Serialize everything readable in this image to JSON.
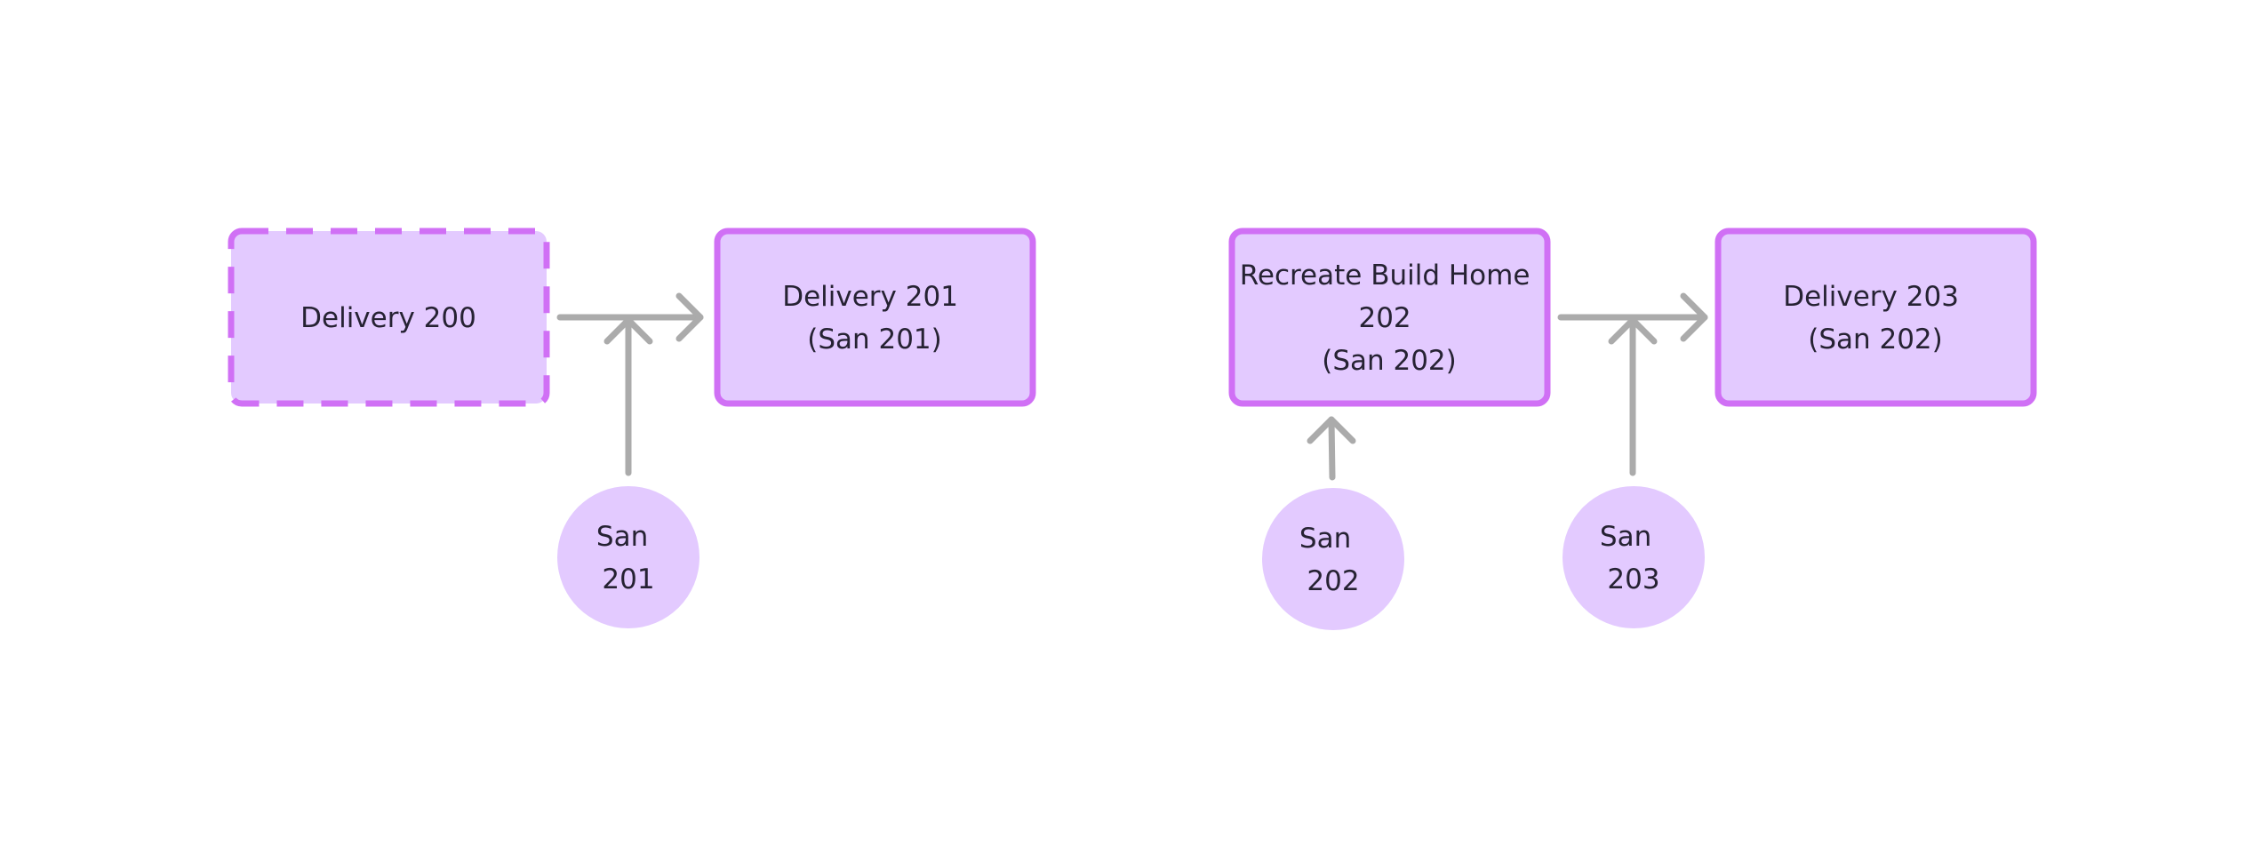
{
  "diagram": {
    "nodes": {
      "delivery_200": {
        "lines": [
          "Delivery 200"
        ]
      },
      "delivery_201": {
        "lines": [
          "Delivery 201",
          "(San 201)"
        ]
      },
      "recreate_202": {
        "lines": [
          "Recreate Build Home",
          "202",
          "(San 202)"
        ]
      },
      "delivery_203": {
        "lines": [
          "Delivery 203",
          "(San 202)"
        ]
      },
      "san_201": {
        "lines": [
          "San",
          "201"
        ]
      },
      "san_202": {
        "lines": [
          "San",
          "202"
        ]
      },
      "san_203": {
        "lines": [
          "San",
          "203"
        ]
      }
    },
    "colors": {
      "node_fill": "#e3caff",
      "node_border": "#d070f5",
      "arrow": "#ababab",
      "text": "#262233"
    }
  }
}
